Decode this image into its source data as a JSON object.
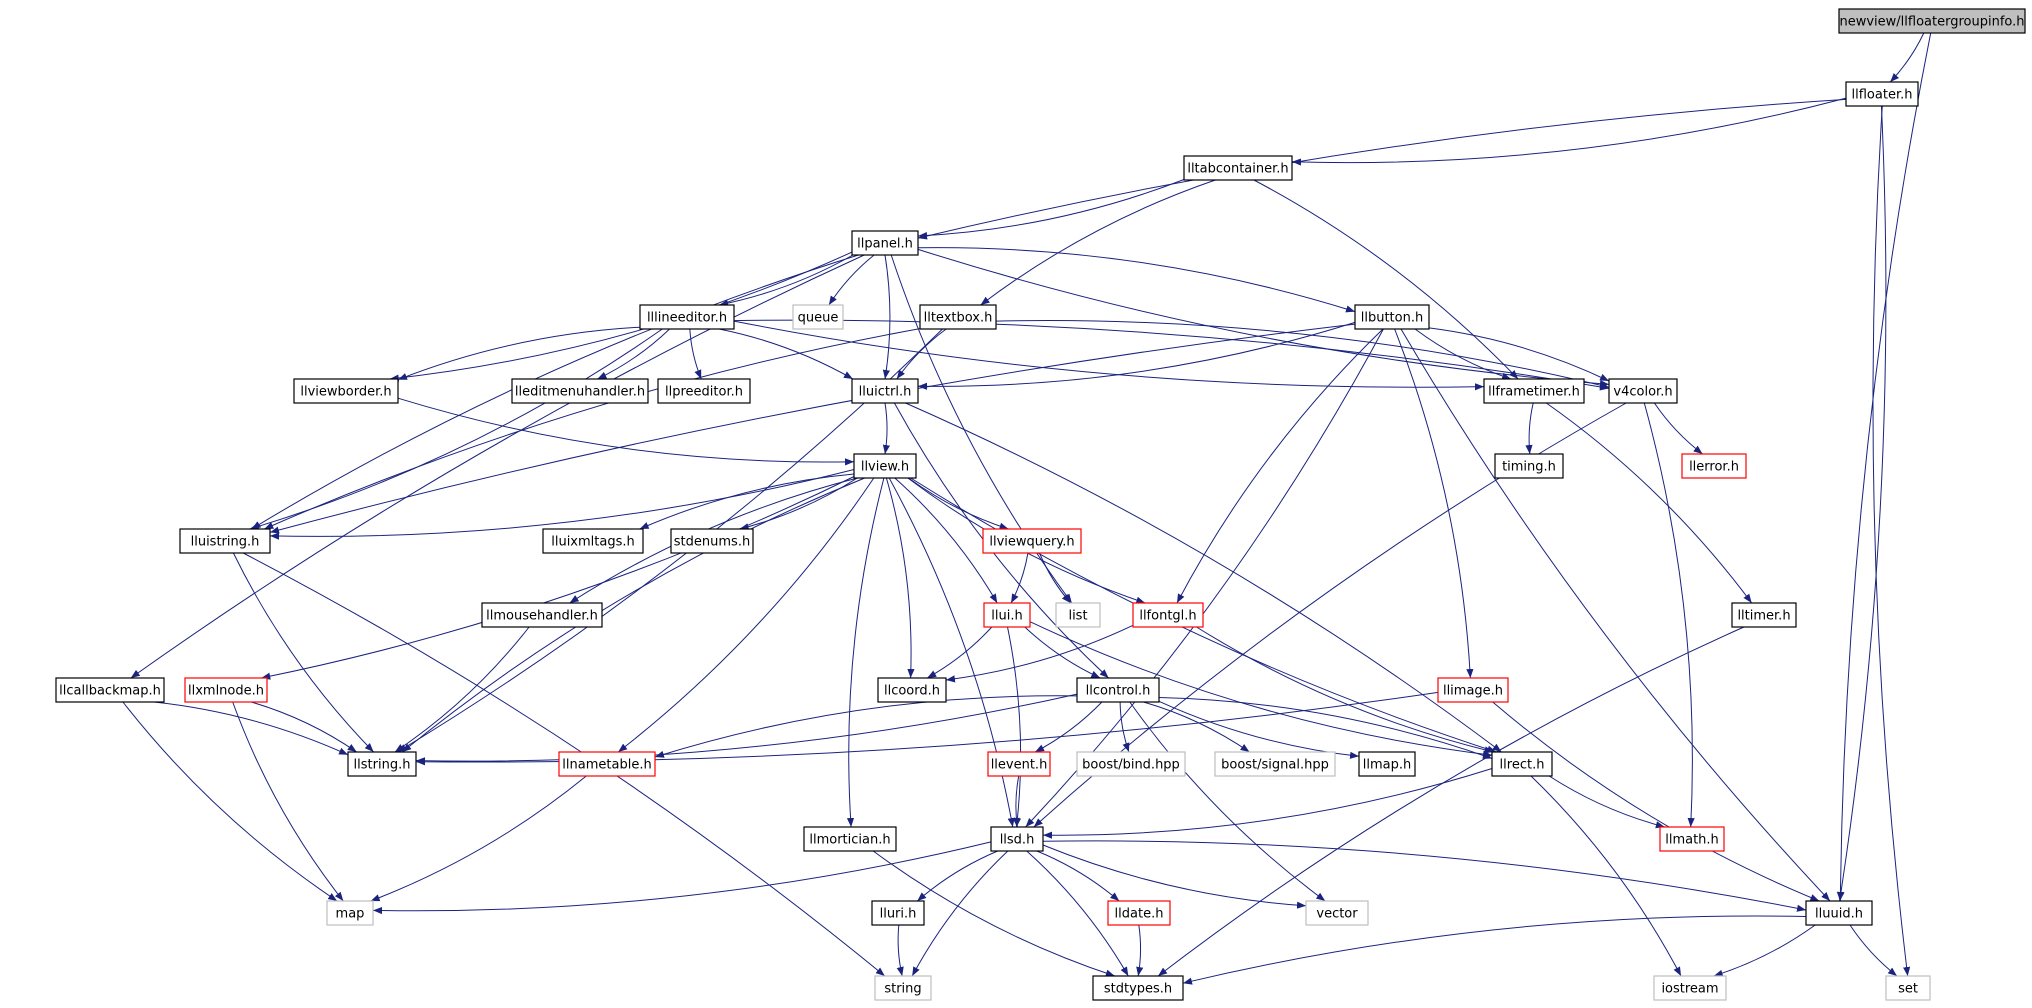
{
  "diagram": {
    "colors": {
      "edge": "#1a237e",
      "box_default": "#000000",
      "box_red": "#ff0000",
      "box_gray": "#bfbfbf",
      "root_fill": "#bfbfbf",
      "text": "#000000"
    },
    "nodes": [
      {
        "id": "root",
        "label": "newview/llfloatergroupinfo.h",
        "style": "root"
      },
      {
        "id": "llfloater",
        "label": "llfloater.h",
        "style": "default"
      },
      {
        "id": "lltabcontainer",
        "label": "lltabcontainer.h",
        "style": "default"
      },
      {
        "id": "llpanel",
        "label": "llpanel.h",
        "style": "default"
      },
      {
        "id": "queue",
        "label": "queue",
        "style": "gray"
      },
      {
        "id": "lllineeditor",
        "label": "lllineeditor.h",
        "style": "default"
      },
      {
        "id": "lltextbox",
        "label": "lltextbox.h",
        "style": "default"
      },
      {
        "id": "llbutton",
        "label": "llbutton.h",
        "style": "default"
      },
      {
        "id": "llviewborder",
        "label": "llviewborder.h",
        "style": "default"
      },
      {
        "id": "lleditmenuhandler",
        "label": "lleditmenuhandler.h",
        "style": "default"
      },
      {
        "id": "llpreeditor",
        "label": "llpreeditor.h",
        "style": "default"
      },
      {
        "id": "lluictrl",
        "label": "lluictrl.h",
        "style": "default"
      },
      {
        "id": "llframetimer",
        "label": "llframetimer.h",
        "style": "default"
      },
      {
        "id": "v4color",
        "label": "v4color.h",
        "style": "default"
      },
      {
        "id": "llview",
        "label": "llview.h",
        "style": "default"
      },
      {
        "id": "timing",
        "label": "timing.h",
        "style": "default"
      },
      {
        "id": "llerror",
        "label": "llerror.h",
        "style": "red"
      },
      {
        "id": "lluistring",
        "label": "lluistring.h",
        "style": "default"
      },
      {
        "id": "lluixmltags",
        "label": "lluixmltags.h",
        "style": "default"
      },
      {
        "id": "stdenums",
        "label": "stdenums.h",
        "style": "default"
      },
      {
        "id": "llviewquery",
        "label": "llviewquery.h",
        "style": "red"
      },
      {
        "id": "lui",
        "label": "llui.h",
        "style": "red"
      },
      {
        "id": "list",
        "label": "list",
        "style": "gray"
      },
      {
        "id": "llfontgl",
        "label": "llfontgl.h",
        "style": "red"
      },
      {
        "id": "llmousehandler",
        "label": "llmousehandler.h",
        "style": "default"
      },
      {
        "id": "lltimer",
        "label": "lltimer.h",
        "style": "default"
      },
      {
        "id": "llcallbackmap",
        "label": "llcallbackmap.h",
        "style": "default"
      },
      {
        "id": "llxmlnode",
        "label": "llxmlnode.h",
        "style": "red"
      },
      {
        "id": "llcoord",
        "label": "llcoord.h",
        "style": "default"
      },
      {
        "id": "llcontrol",
        "label": "llcontrol.h",
        "style": "default"
      },
      {
        "id": "llimage",
        "label": "llimage.h",
        "style": "red"
      },
      {
        "id": "llstring",
        "label": "llstring.h",
        "style": "default"
      },
      {
        "id": "llnametable",
        "label": "llnametable.h",
        "style": "red"
      },
      {
        "id": "llevent",
        "label": "llevent.h",
        "style": "red"
      },
      {
        "id": "boostbind",
        "label": "boost/bind.hpp",
        "style": "gray"
      },
      {
        "id": "boostsignal",
        "label": "boost/signal.hpp",
        "style": "gray"
      },
      {
        "id": "llmap",
        "label": "llmap.h",
        "style": "default"
      },
      {
        "id": "llrect",
        "label": "llrect.h",
        "style": "default"
      },
      {
        "id": "llmortician",
        "label": "llmortician.h",
        "style": "default"
      },
      {
        "id": "llsd",
        "label": "llsd.h",
        "style": "default"
      },
      {
        "id": "llmath",
        "label": "llmath.h",
        "style": "red"
      },
      {
        "id": "map",
        "label": "map",
        "style": "gray"
      },
      {
        "id": "lluri",
        "label": "lluri.h",
        "style": "default"
      },
      {
        "id": "lldate",
        "label": "lldate.h",
        "style": "red"
      },
      {
        "id": "vector",
        "label": "vector",
        "style": "gray"
      },
      {
        "id": "lluuid",
        "label": "lluuid.h",
        "style": "default"
      },
      {
        "id": "string",
        "label": "string",
        "style": "gray"
      },
      {
        "id": "stdtypes",
        "label": "stdtypes.h",
        "style": "default"
      },
      {
        "id": "iostream",
        "label": "iostream",
        "style": "gray"
      },
      {
        "id": "set",
        "label": "set",
        "style": "gray"
      }
    ],
    "edges": [
      [
        "root",
        "llfloater"
      ],
      [
        "root",
        "lluuid"
      ],
      [
        "llfloater",
        "lltabcontainer"
      ],
      [
        "llfloater",
        "llpanel"
      ],
      [
        "llfloater",
        "lluuid"
      ],
      [
        "llfloater",
        "set"
      ],
      [
        "lltabcontainer",
        "llpanel"
      ],
      [
        "lltabcontainer",
        "lltextbox"
      ],
      [
        "lltabcontainer",
        "llframetimer"
      ],
      [
        "llpanel",
        "lluistring"
      ],
      [
        "llpanel",
        "llviewborder"
      ],
      [
        "llpanel",
        "llcallbackmap"
      ],
      [
        "llpanel",
        "lllineeditor"
      ],
      [
        "llpanel",
        "queue"
      ],
      [
        "llpanel",
        "lluictrl"
      ],
      [
        "llpanel",
        "list"
      ],
      [
        "llpanel",
        "llbutton"
      ],
      [
        "llpanel",
        "v4color"
      ],
      [
        "lllineeditor",
        "lluistring"
      ],
      [
        "lllineeditor",
        "llviewborder"
      ],
      [
        "lllineeditor",
        "lleditmenuhandler"
      ],
      [
        "lllineeditor",
        "llpreeditor"
      ],
      [
        "lllineeditor",
        "lluictrl"
      ],
      [
        "lllineeditor",
        "llframetimer"
      ],
      [
        "lllineeditor",
        "v4color"
      ],
      [
        "lltextbox",
        "lluistring"
      ],
      [
        "lltextbox",
        "llstring"
      ],
      [
        "lltextbox",
        "lluictrl"
      ],
      [
        "lltextbox",
        "v4color"
      ],
      [
        "llbutton",
        "lluistring"
      ],
      [
        "llbutton",
        "lluictrl"
      ],
      [
        "llbutton",
        "llframetimer"
      ],
      [
        "llbutton",
        "v4color"
      ],
      [
        "llbutton",
        "llfontgl"
      ],
      [
        "llbutton",
        "llimage"
      ],
      [
        "llbutton",
        "lluuid"
      ],
      [
        "llbutton",
        "llsd"
      ],
      [
        "llviewborder",
        "llview"
      ],
      [
        "lluictrl",
        "llview"
      ],
      [
        "lluictrl",
        "llcontrol"
      ],
      [
        "lluictrl",
        "llrect"
      ],
      [
        "llframetimer",
        "timing"
      ],
      [
        "llframetimer",
        "lltimer"
      ],
      [
        "v4color",
        "llerror"
      ],
      [
        "v4color",
        "llmath"
      ],
      [
        "v4color",
        "llsd"
      ],
      [
        "llview",
        "lluistring"
      ],
      [
        "llview",
        "llstring"
      ],
      [
        "llview",
        "llxmlnode"
      ],
      [
        "llview",
        "llmousehandler"
      ],
      [
        "llview",
        "llnametable"
      ],
      [
        "llview",
        "lluixmltags"
      ],
      [
        "llview",
        "stdenums"
      ],
      [
        "llview",
        "llviewquery"
      ],
      [
        "llview",
        "lui"
      ],
      [
        "llview",
        "llfontgl"
      ],
      [
        "llview",
        "llcoord"
      ],
      [
        "llview",
        "llmortician"
      ],
      [
        "llview",
        "llsd"
      ],
      [
        "llview",
        "llrect"
      ],
      [
        "llviewquery",
        "lui"
      ],
      [
        "llviewquery",
        "list"
      ],
      [
        "lui",
        "llcoord"
      ],
      [
        "lui",
        "llcontrol"
      ],
      [
        "lui",
        "llsd"
      ],
      [
        "lui",
        "llrect"
      ],
      [
        "llfontgl",
        "llcoord"
      ],
      [
        "llfontgl",
        "llrect"
      ],
      [
        "llmousehandler",
        "llstring"
      ],
      [
        "lltimer",
        "stdtypes"
      ],
      [
        "llcallbackmap",
        "llstring"
      ],
      [
        "llcallbackmap",
        "map"
      ],
      [
        "llxmlnode",
        "llstring"
      ],
      [
        "llxmlnode",
        "map"
      ],
      [
        "llcontrol",
        "llstring"
      ],
      [
        "llcontrol",
        "llnametable"
      ],
      [
        "llcontrol",
        "llevent"
      ],
      [
        "llcontrol",
        "boostbind"
      ],
      [
        "llcontrol",
        "boostsignal"
      ],
      [
        "llcontrol",
        "llmap"
      ],
      [
        "llcontrol",
        "llrect"
      ],
      [
        "llcontrol",
        "vector"
      ],
      [
        "llimage",
        "llstring"
      ],
      [
        "llimage",
        "lluuid"
      ],
      [
        "llnametable",
        "map"
      ],
      [
        "llevent",
        "llsd"
      ],
      [
        "llrect",
        "llsd"
      ],
      [
        "llrect",
        "llmath"
      ],
      [
        "llrect",
        "iostream"
      ],
      [
        "llmortician",
        "stdtypes"
      ],
      [
        "llsd",
        "map"
      ],
      [
        "llsd",
        "lluri"
      ],
      [
        "llsd",
        "lldate"
      ],
      [
        "llsd",
        "vector"
      ],
      [
        "llsd",
        "lluuid"
      ],
      [
        "llsd",
        "string"
      ],
      [
        "llsd",
        "stdtypes"
      ],
      [
        "lluistring",
        "llstring"
      ],
      [
        "lluistring",
        "string"
      ],
      [
        "lluri",
        "string"
      ],
      [
        "lldate",
        "stdtypes"
      ],
      [
        "lluuid",
        "stdtypes"
      ],
      [
        "lluuid",
        "iostream"
      ],
      [
        "lluuid",
        "set"
      ]
    ]
  }
}
